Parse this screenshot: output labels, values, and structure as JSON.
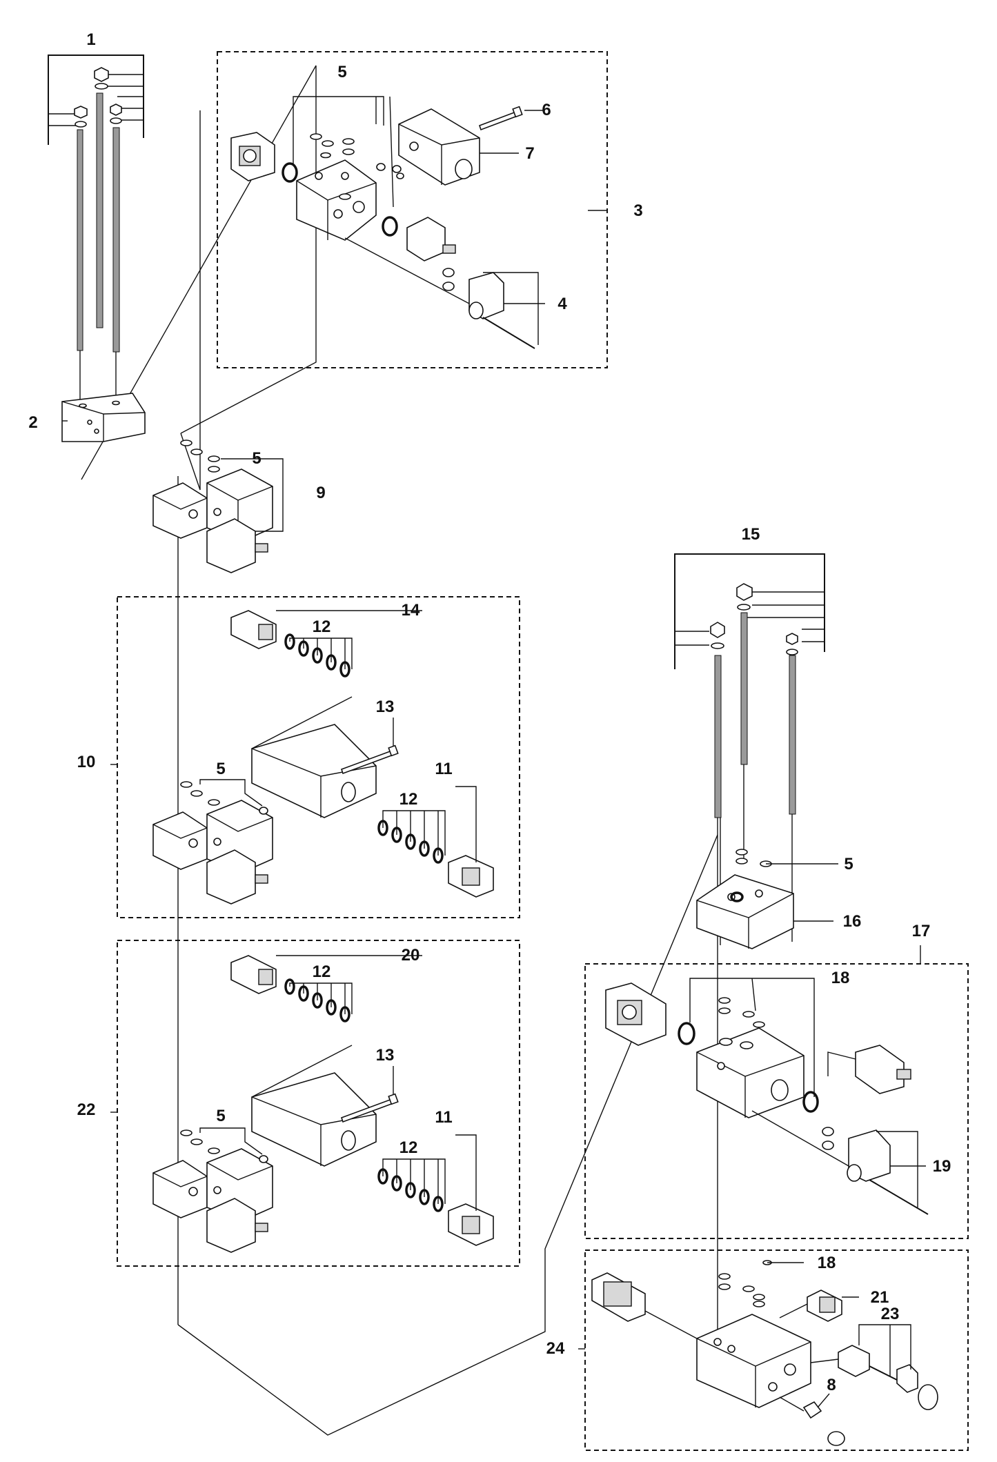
{
  "diagram": {
    "type": "exploded-parts-diagram",
    "callouts": [
      "1",
      "2",
      "3",
      "4",
      "5",
      "6",
      "7",
      "8",
      "9",
      "10",
      "11",
      "12",
      "13",
      "14",
      "15",
      "16",
      "17",
      "18",
      "19",
      "20",
      "21",
      "22",
      "23",
      "24"
    ]
  }
}
